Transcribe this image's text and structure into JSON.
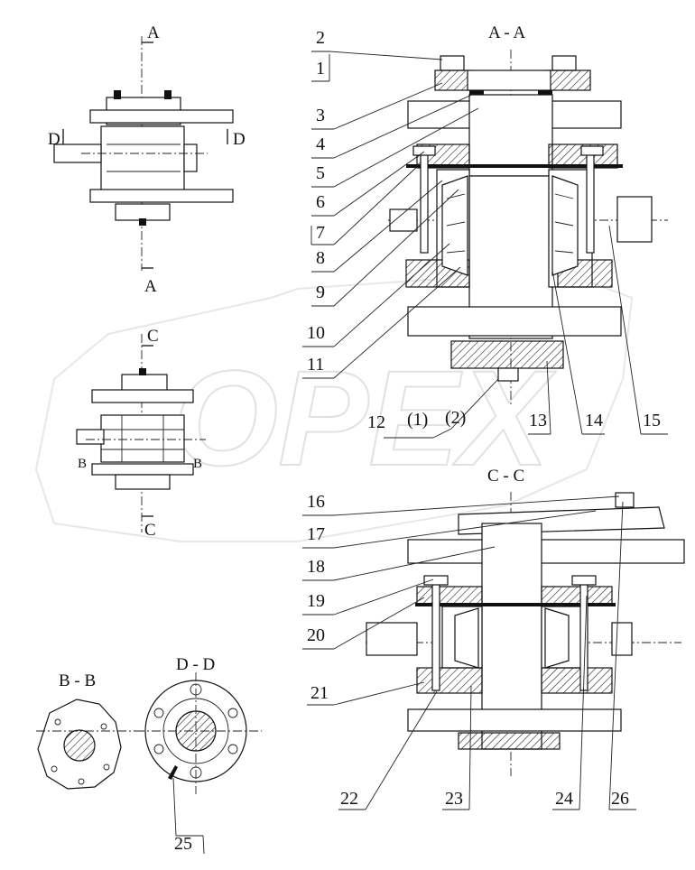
{
  "watermark": "OPEX",
  "sections": {
    "aa_top": "A",
    "aa_bottom": "A",
    "d_left": "D",
    "d_right": "D",
    "cc_top": "C",
    "cc_bottom": "C",
    "b_left": "B",
    "b_right": "B",
    "title_aa": "A - A",
    "title_cc": "C - C",
    "title_bb": "B - B",
    "title_dd": "D - D"
  },
  "callouts": [
    "1",
    "2",
    "3",
    "4",
    "5",
    "6",
    "7",
    "8",
    "9",
    "10",
    "11",
    "12",
    "13",
    "14",
    "15",
    "16",
    "17",
    "18",
    "19",
    "20",
    "21",
    "22",
    "23",
    "24",
    "25",
    "26"
  ],
  "sub_callouts": [
    "(1)",
    "(2)"
  ]
}
